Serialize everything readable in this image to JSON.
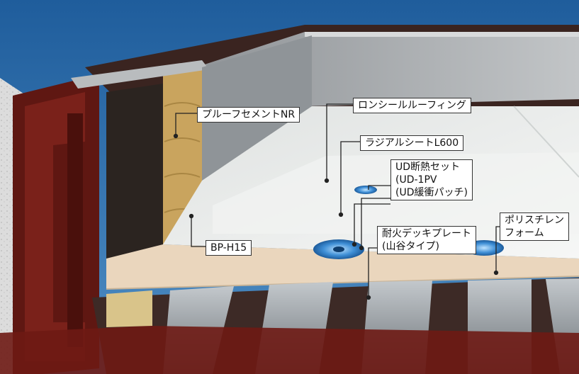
{
  "labels": {
    "proof_cement": "プルーフセメントNR",
    "ronseal_roofing": "ロンシールルーフィング",
    "radial_sheet": "ラジアルシートL600",
    "ud_set": {
      "line1": "UD断熱セット",
      "line2": "(UD-1PV",
      "line3": "(UD緩衝パッチ)"
    },
    "bp_h15": "BP-H15",
    "deck_plate": {
      "line1": "耐火デッキプレート",
      "line2": "(山谷タイプ)"
    },
    "polystyrene": {
      "line1": "ポリスチレン",
      "line2": "フォーム"
    }
  },
  "colors": {
    "sky": "#2a6aa8",
    "membrane": "#e9ebea",
    "foam": "#ead6bd",
    "steel_red": "#6e1a14",
    "deck_steel": "#9ea4aa",
    "wall_grey": "#a3a7aa",
    "insulation_black": "#2b2420",
    "wood": "#c9a45e"
  }
}
